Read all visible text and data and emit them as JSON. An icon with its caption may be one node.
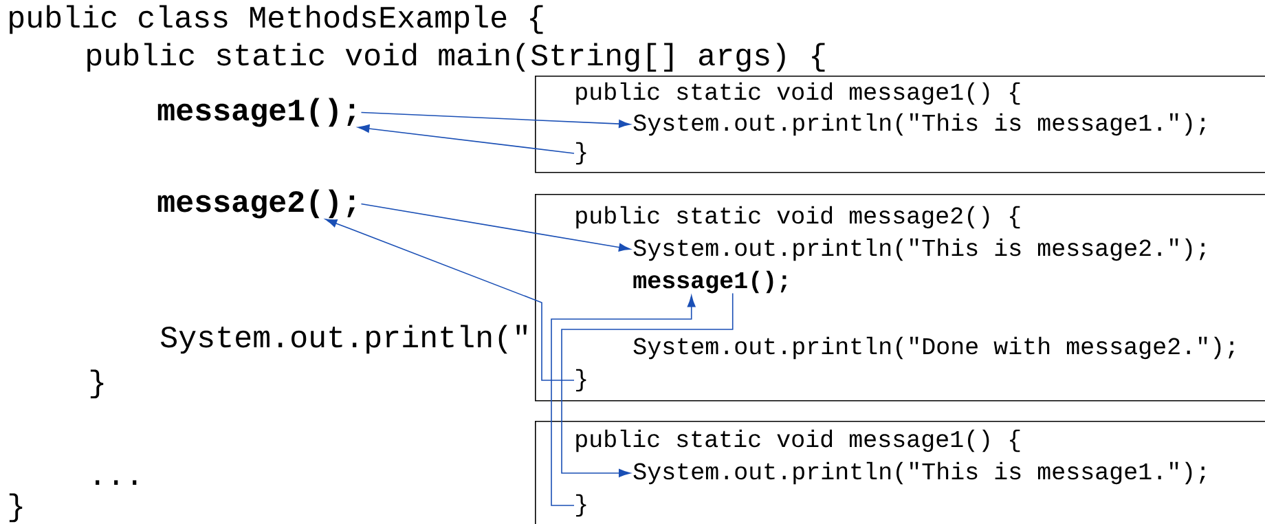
{
  "diagram": {
    "nodes": [
      {
        "text": [
          "message1();"
        ]
      },
      {
        "text": [
          "message2();"
        ]
      },
      {
        "text": [
          "public static void message1() {"
        ]
      },
      {
        "text": [
          "System.out.println(\"This is message1.\");"
        ],
        "in": 2
      },
      {
        "text": [
          "}"
        ],
        "in": 2
      },
      {
        "text": [
          "public static void message2() {"
        ]
      },
      {
        "text": [
          "System.out.println(\"This is message2.\");"
        ],
        "in": 5
      },
      {
        "text": [
          "message1();"
        ],
        "in": 5
      },
      {
        "text": [
          "System.out.println(\"Done with message2.\");"
        ],
        "in": 5
      },
      {
        "text": [
          "}"
        ],
        "in": 5
      },
      {
        "text": [
          "public static void message1() {"
        ]
      },
      {
        "text": [
          "System.out.println(\"This is message1.\");"
        ],
        "in": 10
      },
      {
        "text": [
          "}"
        ],
        "in": 10
      }
    ],
    "edges": [
      {
        "from": 0,
        "to": 3,
        "arrow": "to"
      },
      {
        "from": 4,
        "to": 0,
        "arrow": "to"
      },
      {
        "from": 1,
        "to": 6,
        "arrow": "to"
      },
      {
        "from": 9,
        "to": 1,
        "arrow": "to"
      },
      {
        "from": 7,
        "to": 11,
        "arrow": "to"
      },
      {
        "from": 12,
        "to": 7,
        "arrow": "to"
      }
    ],
    "labels": [
      "public class MethodsExample {",
      "public static void main(String[] args) {",
      "System.out.println(\"",
      "}",
      "...",
      "}"
    ]
  }
}
